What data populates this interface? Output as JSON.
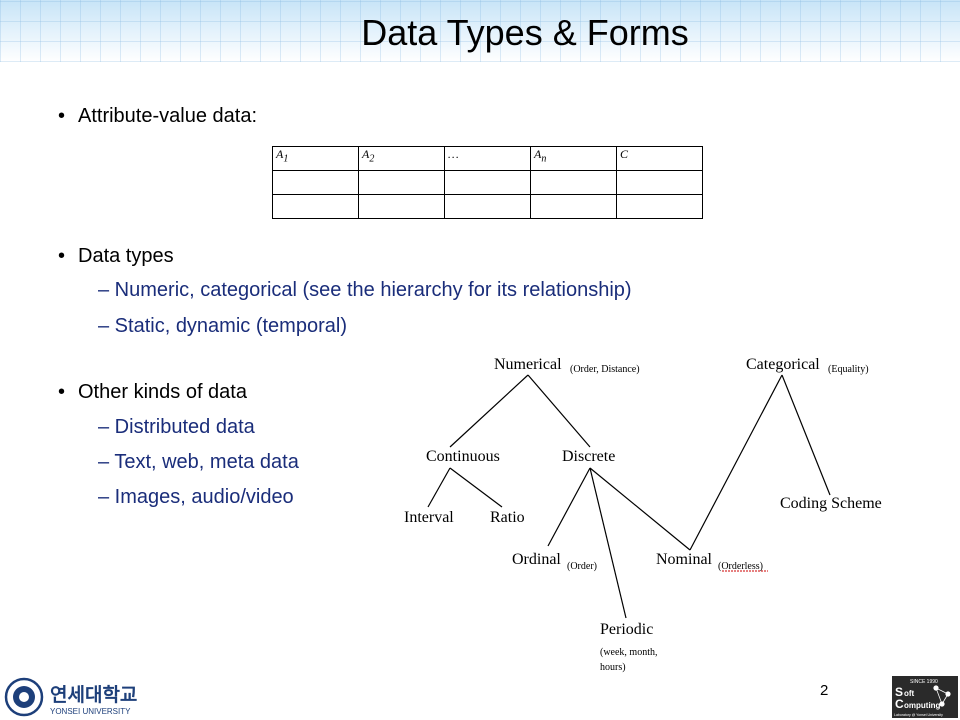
{
  "slide": {
    "title": "Data Types & Forms",
    "page_number": "2"
  },
  "bullets": {
    "b1": "Attribute-value data:",
    "b2": "Data types",
    "b2_sub1": "– Numeric, categorical (see the hierarchy for its relationship)",
    "b2_sub2": "– Static, dynamic (temporal)",
    "b3": "Other kinds of data",
    "b3_sub1": "– Distributed data",
    "b3_sub2": "– Text, web, meta data",
    "b3_sub3": "– Images, audio/video"
  },
  "table": {
    "headers": [
      "A1",
      "A2",
      "…",
      "An",
      "C"
    ],
    "empty_rows": 2
  },
  "tree": {
    "numerical": "Numerical",
    "numerical_note": "(Order, Distance)",
    "categorical": "Categorical",
    "categorical_note": "(Equality)",
    "continuous": "Continuous",
    "discrete": "Discrete",
    "interval": "Interval",
    "ratio": "Ratio",
    "coding_scheme": "Coding Scheme",
    "ordinal": "Ordinal",
    "ordinal_note": "(Order)",
    "nominal": "Nominal",
    "nominal_note": "(Orderless)",
    "periodic": "Periodic",
    "periodic_note_1": "(week, month,",
    "periodic_note_2": "hours)"
  },
  "footer": {
    "university_korean": "연세대학교",
    "university_english": "YONSEI UNIVERSITY",
    "lab_since": "SINCE 1990",
    "lab_name_1": "oft",
    "lab_name_2": "omputing",
    "lab_s": "S",
    "lab_c": "C",
    "lab_sub": "Laboratory @ Yonsei University"
  },
  "colors": {
    "subbullet": "#1a2d7a",
    "title_band": "#c7e4f7",
    "underline_red": "#cc0000"
  }
}
